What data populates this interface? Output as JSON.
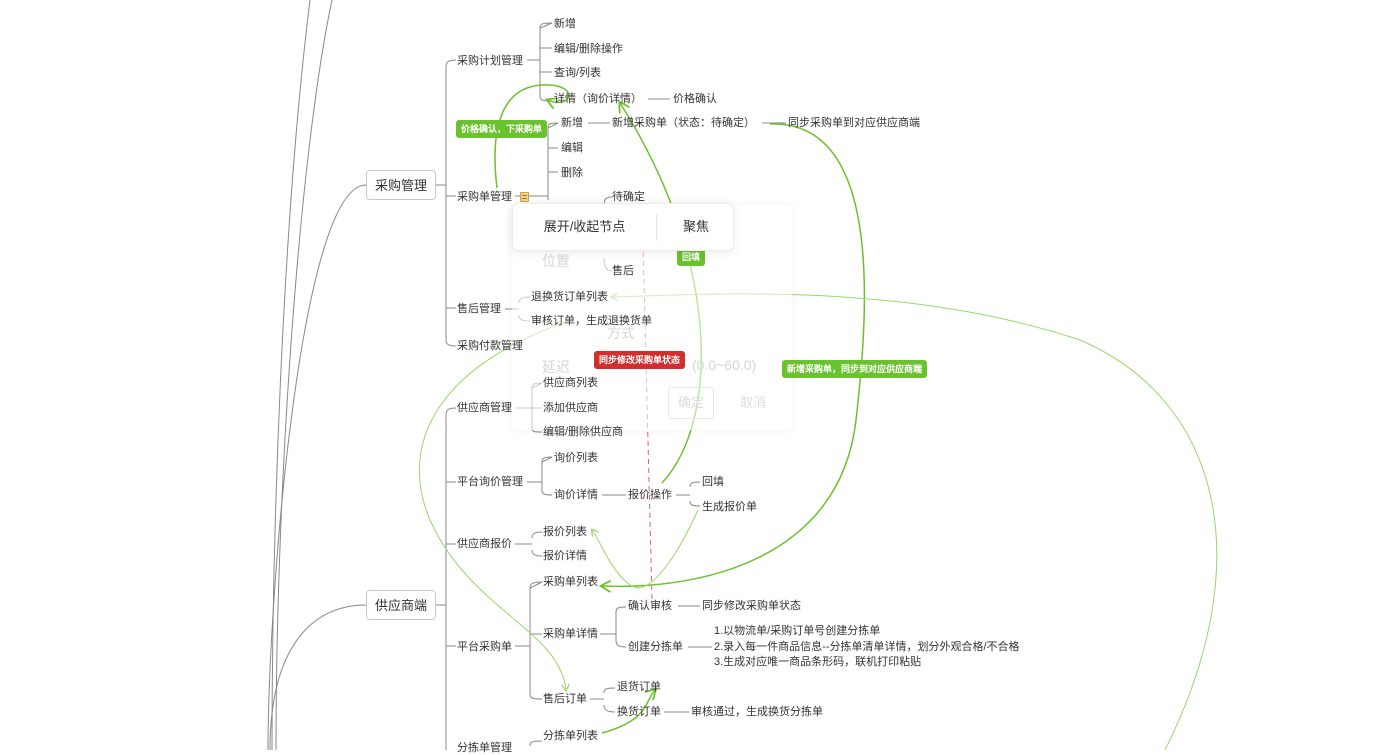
{
  "colors": {
    "branch_line": "#888888",
    "relation_green": "#6ac22e",
    "relation_light_green": "#9ad66c",
    "relation_red_dashed": "#e06060",
    "tag_green": "#6ac22e",
    "tag_red": "#d12e2e"
  },
  "nodes": {
    "purchase_mgmt": "采购管理",
    "plan_mgmt": "采购计划管理",
    "plan_add": "新增",
    "plan_edit": "编辑/删除操作",
    "plan_query": "查询/列表",
    "plan_detail": "详情（询价详情）",
    "price_confirm": "价格确认",
    "order_mgmt": "采购单管理",
    "order_add": "新增",
    "order_new": "新增采购单（状态：待确定）",
    "sync_supplier": "同步采购单到对应供应商端",
    "order_edit": "编辑",
    "order_delete": "删除",
    "status_pending": "待确定",
    "status_aftersale": "售后",
    "aftersale_mgmt": "售后管理",
    "return_list": "退换货订单列表",
    "review_order": "审核订单，生成退换货单",
    "payment_mgmt": "采购付款管理",
    "supplier_end": "供应商端",
    "supplier_mgmt": "供应商管理",
    "supplier_list": "供应商列表",
    "supplier_add": "添加供应商",
    "supplier_edit": "编辑/删除供应商",
    "inquiry_mgmt": "平台询价管理",
    "inquiry_list": "询价列表",
    "inquiry_detail": "询价详情",
    "quote_op": "报价操作",
    "backfill": "回填",
    "gen_quote": "生成报价单",
    "supplier_quote": "供应商报价",
    "quote_list": "报价列表",
    "quote_detail": "报价详情",
    "platform_order": "平台采购单",
    "po_list": "采购单列表",
    "po_detail": "采购单详情",
    "confirm_review": "确认审核",
    "sync_status": "同步修改采购单状态",
    "create_sort": "创建分拣单",
    "sort_steps": [
      "1.以物流单/采购订单号创建分拣单",
      "2.录入每一件商品信息--分拣单清单详情，划分外观合格/不合格",
      "3.生成对应唯一商品条形码，联机打印粘贴"
    ],
    "aftersale_order": "售后订单",
    "return_order": "退货订单",
    "exchange_order": "换货订单",
    "exchange_review": "审核通过，生成换货分拣单",
    "sort_mgmt": "分拣单管理",
    "sort_list": "分拣单列表"
  },
  "tags": {
    "price_confirm_order": "价格确认，下采购单",
    "sync_status": "同步修改采购单状态",
    "backfill": "回填",
    "new_order_sync": "新增采购单，同步到对应供应商端"
  },
  "context_menu": {
    "expand_collapse": "展开/收起节点",
    "focus": "聚焦"
  },
  "ghost_panel": {
    "position": "位置",
    "style": "方式",
    "delay": "延迟",
    "range": "(0.0~60.0)",
    "ok": "确定",
    "cancel": "取消"
  }
}
